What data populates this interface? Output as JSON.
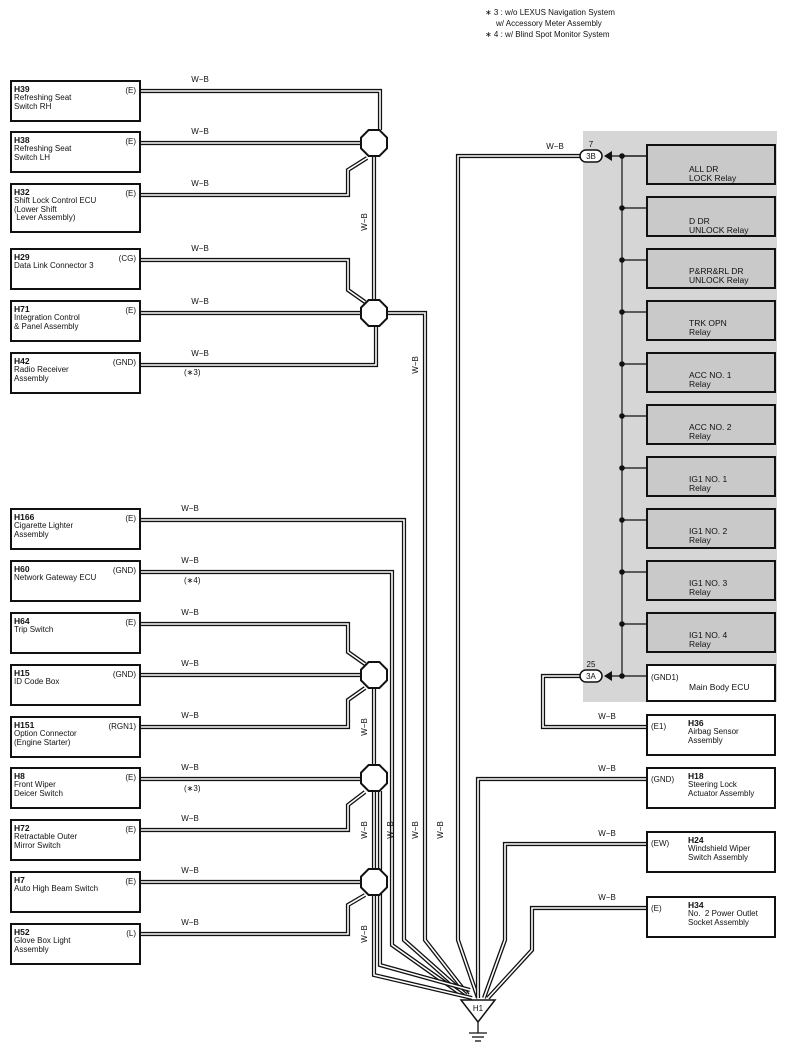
{
  "notes": [
    "∗ 3 : w/o LEXUS Navigation System",
    "w/ Accessory Meter Assembly",
    "∗ 4 : w/ Blind Spot Monitor System"
  ],
  "wire_label": "W−B",
  "ground": {
    "code": "H1"
  },
  "left_components": [
    {
      "code": "H39",
      "name": "Refreshing Seat\nSwitch RH",
      "pin": "(E)"
    },
    {
      "code": "H38",
      "name": "Refreshing Seat\nSwitch LH",
      "pin": "(E)"
    },
    {
      "code": "H32",
      "name": "Shift Lock Control ECU\n(Lower Shift\n Lever Assembly)",
      "pin": "(E)"
    },
    {
      "code": "H29",
      "name": "Data Link Connector 3",
      "pin": "(CG)"
    },
    {
      "code": "H71",
      "name": "Integration Control\n& Panel Assembly",
      "pin": "(E)"
    },
    {
      "code": "H42",
      "name": "Radio Receiver\nAssembly",
      "pin": "(GND)",
      "note": "(∗3)"
    },
    {
      "code": "H166",
      "name": "Cigarette Lighter\nAssembly",
      "pin": "(E)"
    },
    {
      "code": "H60",
      "name": "Network Gateway ECU",
      "pin": "(GND)",
      "note": "(∗4)"
    },
    {
      "code": "H64",
      "name": "Trip Switch",
      "pin": "(E)"
    },
    {
      "code": "H15",
      "name": "ID Code Box",
      "pin": "(GND)"
    },
    {
      "code": "H151",
      "name": "Option Connector\n(Engine Starter)",
      "pin": "(RGN1)"
    },
    {
      "code": "H8",
      "name": "Front Wiper\nDeicer Switch",
      "pin": "(E)",
      "note": "(∗3)"
    },
    {
      "code": "H72",
      "name": "Retractable Outer\nMirror Switch",
      "pin": "(E)"
    },
    {
      "code": "H7",
      "name": "Auto High Beam Switch",
      "pin": "(E)"
    },
    {
      "code": "H52",
      "name": "Glove Box Light\nAssembly",
      "pin": "(L)"
    }
  ],
  "relays": [
    {
      "name": "ALL DR\nLOCK Relay"
    },
    {
      "name": "D DR\nUNLOCK Relay"
    },
    {
      "name": "P&RR&RL DR\nUNLOCK Relay"
    },
    {
      "name": "TRK OPN\nRelay"
    },
    {
      "name": "ACC NO. 1\nRelay"
    },
    {
      "name": "ACC NO. 2\nRelay"
    },
    {
      "name": "IG1 NO. 1\nRelay"
    },
    {
      "name": "IG1 NO. 2\nRelay"
    },
    {
      "name": "IG1 NO. 3\nRelay"
    },
    {
      "name": "IG1 NO. 4\nRelay"
    }
  ],
  "main_body_ecu": {
    "name": "Main Body ECU",
    "pin": "(GND1)"
  },
  "connectors": [
    {
      "id": "3B",
      "pin": "7"
    },
    {
      "id": "3A",
      "pin": "25"
    }
  ],
  "right_components": [
    {
      "code": "H36",
      "name": "Airbag Sensor\nAssembly",
      "pin": "(E1)"
    },
    {
      "code": "H18",
      "name": "Steering Lock\nActuator Assembly",
      "pin": "(GND)"
    },
    {
      "code": "H24",
      "name": "Windshield Wiper\nSwitch Assembly",
      "pin": "(EW)"
    },
    {
      "code": "H34",
      "name": "No.  2 Power Outlet\nSocket Assembly",
      "pin": "(E)"
    }
  ]
}
